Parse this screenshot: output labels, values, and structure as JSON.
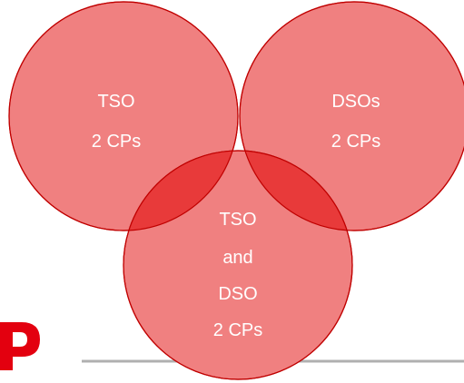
{
  "diagram": {
    "circles": [
      {
        "name": "tso",
        "lines": [
          "TSO",
          "2 CPs"
        ]
      },
      {
        "name": "dsos",
        "lines": [
          "DSOs",
          "2 CPs"
        ]
      },
      {
        "name": "tso-and-dso",
        "lines": [
          "TSO",
          "and",
          "DSO",
          "2 CPs"
        ]
      }
    ],
    "colors": {
      "fill": "#f08080",
      "stroke": "#c00000",
      "text": "#ffffff",
      "logo": "#e3000f",
      "rule": "#b0b0b0"
    }
  }
}
